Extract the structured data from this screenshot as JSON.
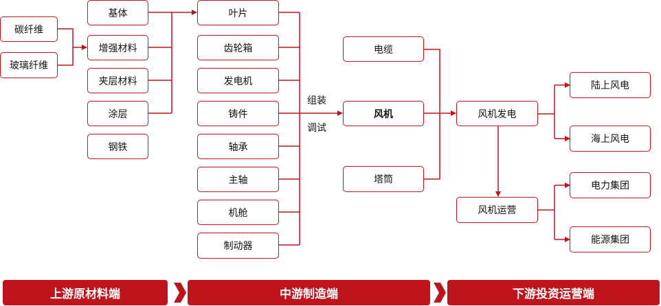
{
  "nodes": {
    "tanxianwei": "碳纤维",
    "boli": "玻璃纤维",
    "jiti": "基体",
    "zengqiang": "增强材料",
    "jiaceng": "夹层材料",
    "tuceng": "涂层",
    "gangtie": "钢铁",
    "yepian": "叶片",
    "chilun": "齿轮箱",
    "fadianji": "发电机",
    "zhujian": "铸件",
    "zhoucheng": "轴承",
    "zhuzhou": "主轴",
    "jicang": "机舱",
    "zhidong": "制动器",
    "dianlan": "电缆",
    "fengji": "风机",
    "tatong": "塔筒",
    "fengjifadian": "风机发电",
    "fengjiyunying": "风机运营",
    "lushang": "陆上风电",
    "haishang": "海上风电",
    "dianli": "电力集团",
    "nengyuan": "能源集团"
  },
  "labels": {
    "zuzhuang": "组装",
    "tiaoshi": "调试"
  },
  "stages": [
    "上游原材料端",
    "中游制造端",
    "下游投资运营端"
  ],
  "colors": {
    "accent": "#c0141c"
  }
}
